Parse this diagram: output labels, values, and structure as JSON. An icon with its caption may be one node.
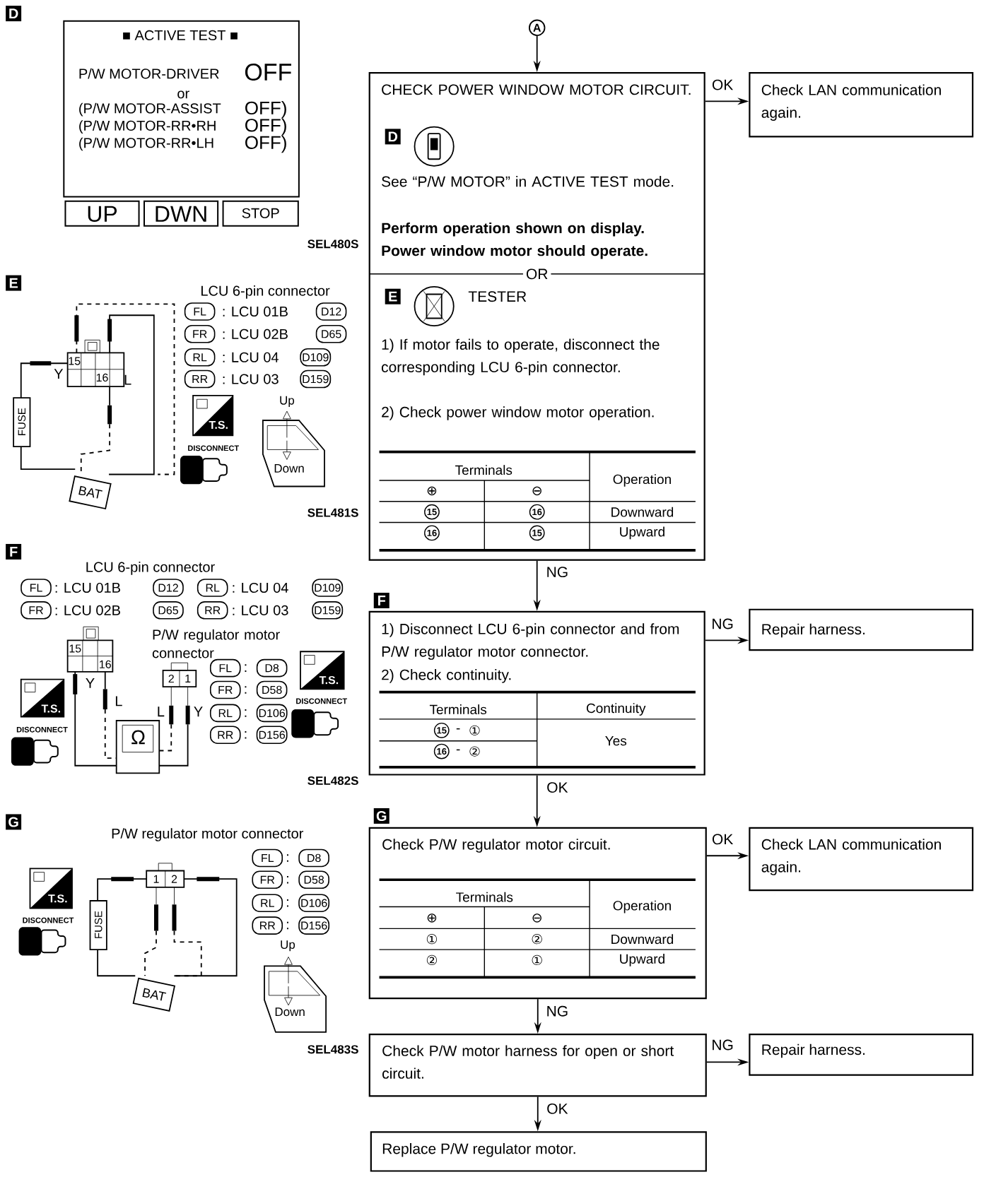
{
  "diagram": {
    "nodes": [
      {
        "text": [
          "A"
        ]
      },
      {
        "text": [
          "CHECK POWER WINDOW MOTOR CIRCUIT.",
          "D",
          "See “P/W MOTOR” in ACTIVE TEST mode.",
          "Perform operation shown on display. Power window motor should operate.",
          "OR",
          "E",
          "TESTER",
          "1) If motor fails to operate, disconnect the corresponding LCU 6-pin connector.",
          "2) Check power window motor operation.",
          "Terminals",
          "Operation",
          "⊕",
          "⊖",
          "15",
          "16",
          "Downward",
          "16",
          "15",
          "Upward"
        ]
      },
      {
        "text": [
          "Check LAN communication again."
        ]
      },
      {
        "text": [
          "F",
          "1) Disconnect LCU 6-pin connector and from P/W regulator motor connector.",
          "2) Check continuity.",
          "Terminals",
          "Continuity",
          "15",
          "-",
          "①",
          "16",
          "-",
          "②",
          "Yes"
        ]
      },
      {
        "text": [
          "Repair harness."
        ]
      },
      {
        "text": [
          "G",
          "Check P/W regulator motor circuit.",
          "Terminals",
          "Operation",
          "⊕",
          "⊖",
          "①",
          "②",
          "Downward",
          "②",
          "①",
          "Upward"
        ]
      },
      {
        "text": [
          "Check LAN communication again."
        ]
      },
      {
        "text": [
          "Check P/W motor harness for open or short circuit."
        ]
      },
      {
        "text": [
          "Repair harness."
        ]
      },
      {
        "text": [
          "Replace P/W regulator motor."
        ]
      }
    ],
    "edges": [
      {
        "from": 0,
        "to": 1,
        "arrow": "to"
      },
      {
        "from": 1,
        "to": 2,
        "arrow": "to",
        "label": "OK"
      },
      {
        "from": 1,
        "to": 3,
        "arrow": "to",
        "label": "NG"
      },
      {
        "from": 3,
        "to": 4,
        "arrow": "to",
        "label": "NG"
      },
      {
        "from": 3,
        "to": 5,
        "arrow": "to",
        "label": "OK"
      },
      {
        "from": 5,
        "to": 6,
        "arrow": "to",
        "label": "OK"
      },
      {
        "from": 5,
        "to": 7,
        "arrow": "to",
        "label": "NG"
      },
      {
        "from": 7,
        "to": 8,
        "arrow": "to",
        "label": "NG"
      },
      {
        "from": 7,
        "to": 9,
        "arrow": "to",
        "label": "OK"
      }
    ],
    "labels": [
      "D",
      "■ ACTIVE TEST ■",
      "P/W MOTOR-DRIVER",
      "OFF",
      "or",
      "(P/W MOTOR-ASSIST",
      "OFF)",
      "(P/W MOTOR-RR•RH",
      "OFF)",
      "(P/W MOTOR-RR•LH",
      "OFF)",
      "UP",
      "DWN",
      "STOP",
      "SEL480S",
      "E",
      "LCU 6-pin connector",
      "FL",
      ": LCU 01B",
      "D12",
      "FR",
      ": LCU 02B",
      "D65",
      "RL",
      ": LCU 04",
      "D109",
      "RR",
      ": LCU 03",
      "D159",
      "15",
      "Y",
      "16",
      "L",
      "FUSE",
      "BAT",
      "T.S.",
      "DISCONNECT",
      "Up",
      "Down",
      "SEL481S",
      "F",
      "LCU 6-pin connector",
      "FL",
      ": LCU 01B",
      "D12",
      "RL",
      ": LCU 04",
      "D109",
      "FR",
      ": LCU 02B",
      "D65",
      "RR",
      ": LCU 03",
      "D159",
      "P/W regulator motor connector",
      "15",
      "16",
      "2",
      "1",
      "Y",
      "L",
      "L",
      "Y",
      "Ω",
      "FL",
      ":",
      "D8",
      "FR",
      ":",
      "D58",
      "RL",
      ":",
      "D106",
      "RR",
      ":",
      "D156",
      "T.S.",
      "DISCONNECT",
      "T.S.",
      "DISCONNECT",
      "SEL482S",
      "G",
      "P/W regulator motor connector",
      "FL",
      ":",
      "D8",
      "FR",
      ":",
      "D58",
      "RL",
      ":",
      "D106",
      "RR",
      ":",
      "D156",
      "1",
      "2",
      "FUSE",
      "BAT",
      "T.S.",
      "DISCONNECT",
      "Up",
      "Down",
      "SEL483S"
    ]
  }
}
